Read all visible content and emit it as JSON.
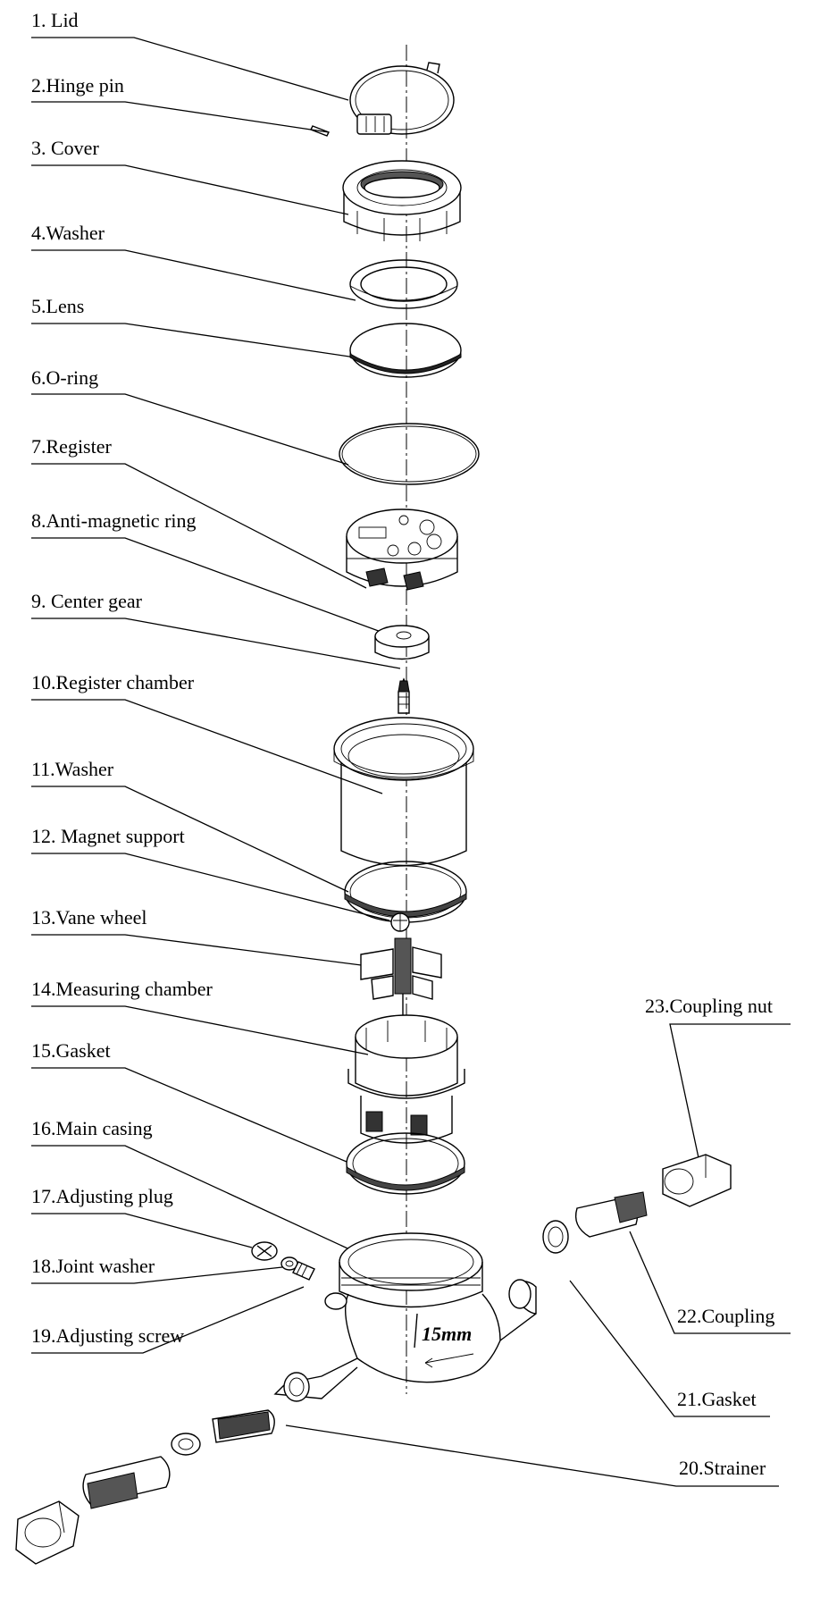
{
  "diagram": {
    "labels": [
      {
        "id": 1,
        "text": "1. Lid"
      },
      {
        "id": 2,
        "text": "2.Hinge pin"
      },
      {
        "id": 3,
        "text": "3. Cover"
      },
      {
        "id": 4,
        "text": "4.Washer"
      },
      {
        "id": 5,
        "text": "5.Lens"
      },
      {
        "id": 6,
        "text": "6.O-ring"
      },
      {
        "id": 7,
        "text": "7.Register"
      },
      {
        "id": 8,
        "text": "8.Anti-magnetic ring"
      },
      {
        "id": 9,
        "text": "9. Center gear"
      },
      {
        "id": 10,
        "text": "10.Register chamber"
      },
      {
        "id": 11,
        "text": "11.Washer"
      },
      {
        "id": 12,
        "text": "12. Magnet support"
      },
      {
        "id": 13,
        "text": "13.Vane wheel"
      },
      {
        "id": 14,
        "text": "14.Measuring chamber"
      },
      {
        "id": 15,
        "text": "15.Gasket"
      },
      {
        "id": 16,
        "text": "16.Main casing"
      },
      {
        "id": 17,
        "text": "17.Adjusting plug"
      },
      {
        "id": 18,
        "text": "18.Joint washer"
      },
      {
        "id": 19,
        "text": "19.Adjusting screw"
      },
      {
        "id": 20,
        "text": "20.Strainer"
      },
      {
        "id": 21,
        "text": "21.Gasket"
      },
      {
        "id": 22,
        "text": "22.Coupling"
      },
      {
        "id": 23,
        "text": "23.Coupling nut"
      }
    ],
    "casing_marking": "15mm"
  }
}
